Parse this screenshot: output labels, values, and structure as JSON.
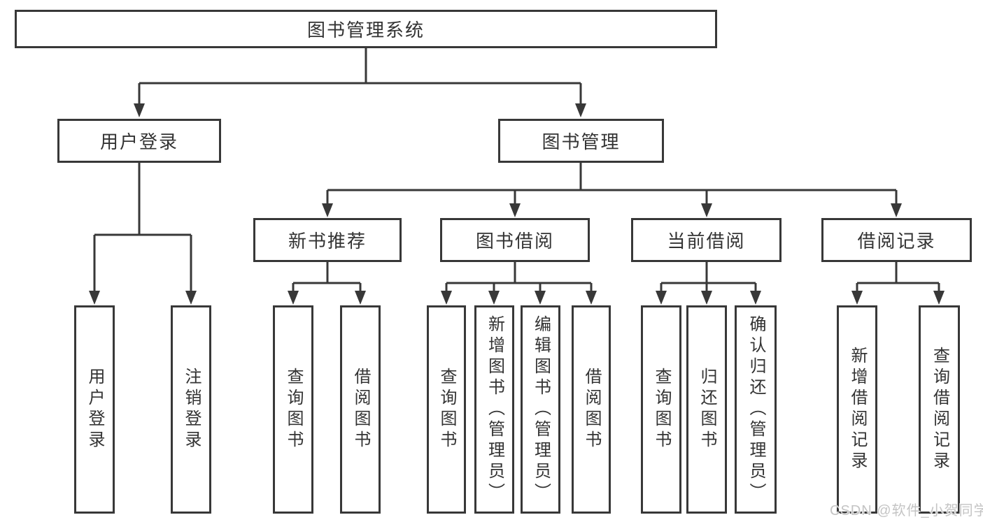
{
  "nodes": {
    "root": "图书管理系统",
    "user_login": "用户登录",
    "book_mgmt": "图书管理",
    "new_books": "新书推荐",
    "book_borrow": "图书借阅",
    "current_borrow": "当前借阅",
    "borrow_records": "借阅记录",
    "leaves": {
      "user_login": [
        "用户登录",
        "注销登录"
      ],
      "new_books": [
        "查询图书",
        "借阅图书"
      ],
      "book_borrow": [
        "查询图书",
        "新增图书（管理员）",
        "编辑图书（管理员）",
        "借阅图书"
      ],
      "current_borrow": [
        "查询图书",
        "归还图书",
        "确认归还（管理员）"
      ],
      "borrow_records": [
        "新增借阅记录",
        "查询借阅记录"
      ]
    }
  },
  "watermark": {
    "text": "CSDN @软件_小贺同学"
  },
  "colors": {
    "line": "#383838",
    "border": "#383838",
    "text": "#333333",
    "background": "#ffffff",
    "watermark": "#c4c4c4"
  }
}
